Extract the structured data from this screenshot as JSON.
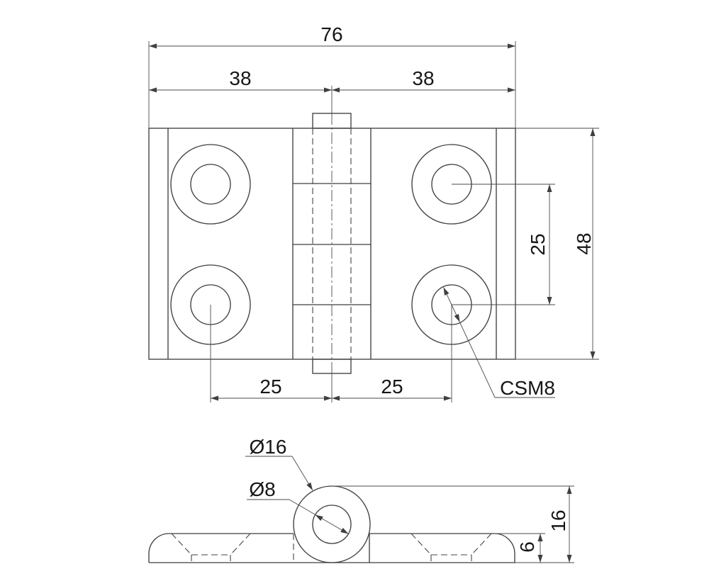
{
  "drawing": {
    "type": "hinge-engineering-drawing",
    "colors": {
      "line": "#3f3f3f",
      "text": "#161616",
      "background": "#ffffff"
    },
    "top_view": {
      "dims": {
        "total_width": "76",
        "left_half_width": "38",
        "right_half_width": "38",
        "hole_pitch_bottom_left": "25",
        "hole_pitch_bottom_right": "25",
        "hole_pitch_vertical": "25",
        "total_height": "48",
        "countersink_callout": "CSM8"
      }
    },
    "side_view": {
      "dims": {
        "knuckle_diameter": "Ø16",
        "pin_diameter": "Ø8",
        "knuckle_height": "16",
        "leaf_thickness": "6"
      }
    }
  }
}
